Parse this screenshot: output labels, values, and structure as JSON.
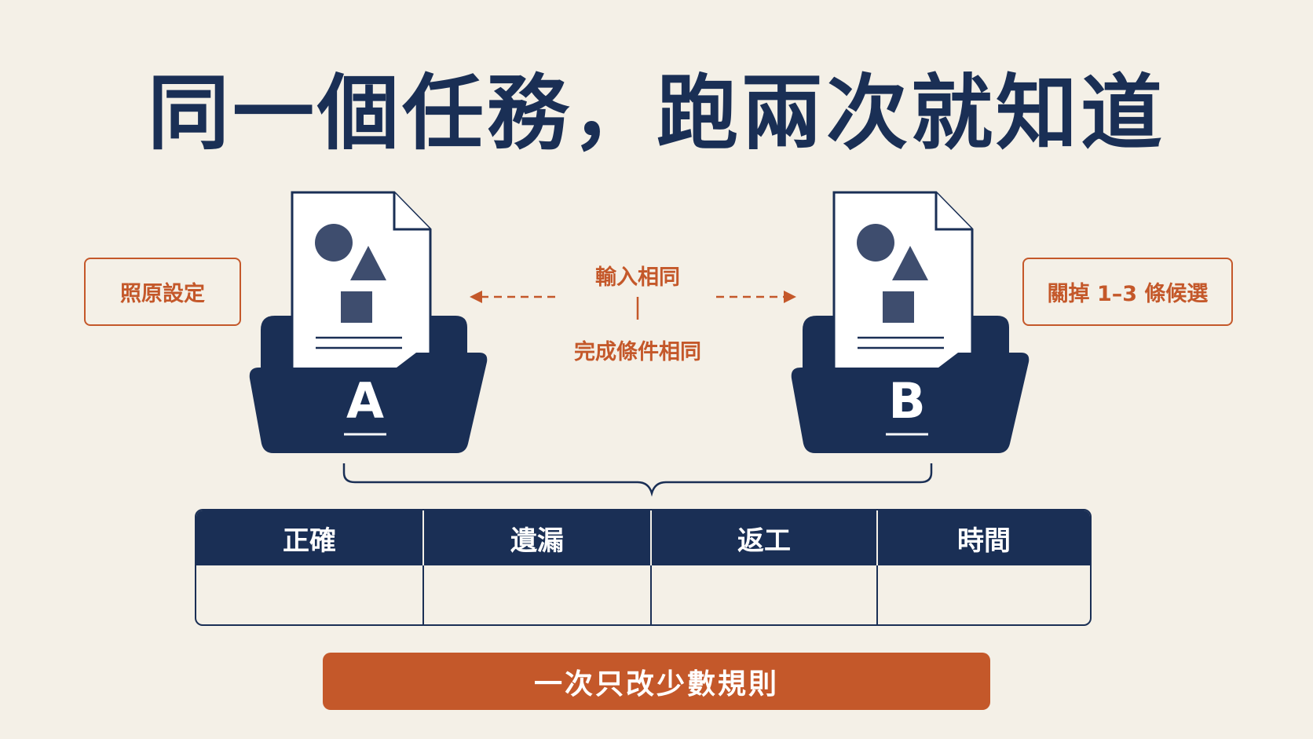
{
  "title": "同一個任務，跑兩次就知道",
  "left_tag": "照原設定",
  "right_tag": "關掉 1–3 條候選",
  "center": {
    "top_label": "輸入相同",
    "bottom_label": "完成條件相同"
  },
  "folders": [
    {
      "letter": "A"
    },
    {
      "letter": "B"
    }
  ],
  "metrics": {
    "headers": [
      "正確",
      "遺漏",
      "返工",
      "時間"
    ]
  },
  "banner": "一次只改少數規則",
  "colors": {
    "navy": "#1a2f55",
    "accent": "#c4582a",
    "background": "#f4f0e7"
  },
  "icons": [
    "document-icon",
    "folder-icon",
    "circle-shape",
    "triangle-shape",
    "square-shape",
    "arrow-left",
    "arrow-right",
    "brace"
  ]
}
